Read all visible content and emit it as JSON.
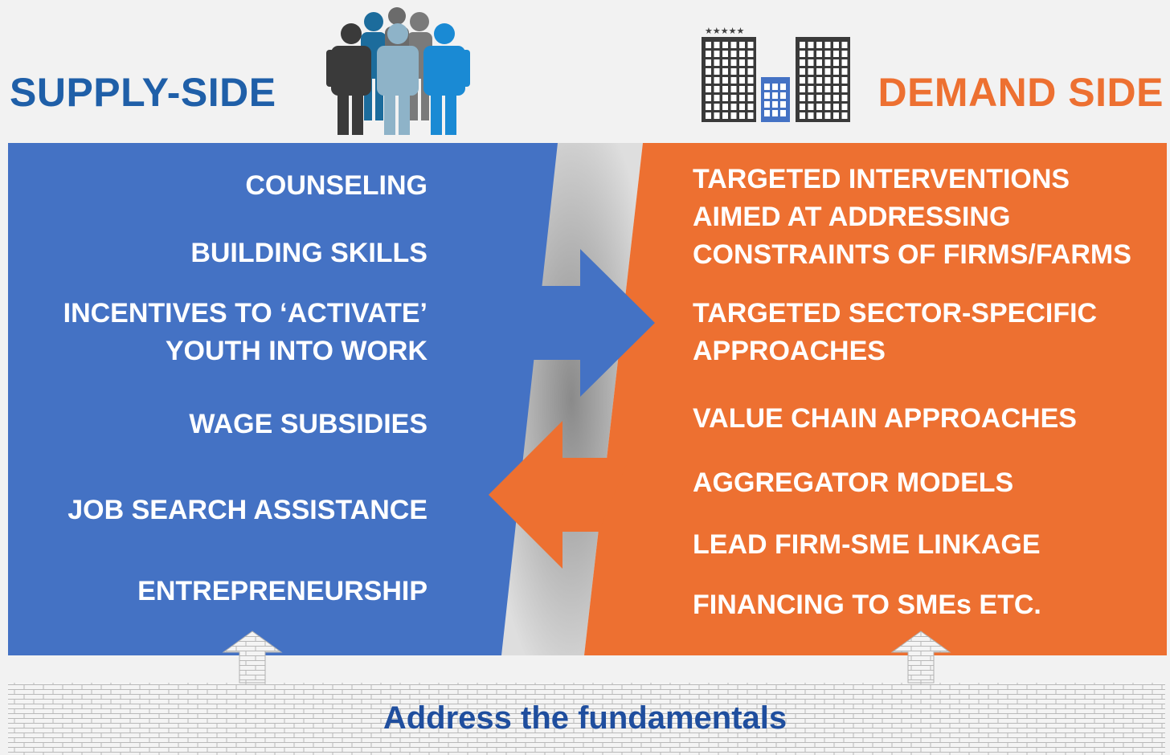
{
  "colors": {
    "supply": "#4472c4",
    "demand": "#ed7031",
    "supply_title": "#1f5fa8",
    "demand_title": "#ed7031",
    "footer_text": "#1f4e9e",
    "background": "#f2f2f2",
    "bridge": "#cfcfcf"
  },
  "supply": {
    "title": "SUPPLY-SIDE",
    "icon": "people-group-icon",
    "items": [
      "COUNSELING",
      "BUILDING SKILLS",
      "INCENTIVES TO ‘ACTIVATE’\nYOUTH INTO WORK",
      "WAGE SUBSIDIES",
      "JOB SEARCH ASSISTANCE",
      "ENTREPRENEURSHIP"
    ]
  },
  "demand": {
    "title": "DEMAND SIDE",
    "icon": "buildings-icon",
    "items": [
      "TARGETED INTERVENTIONS\nAIMED AT ADDRESSING\nCONSTRAINTS OF FIRMS/FARMS",
      "TARGETED SECTOR-SPECIFIC\nAPPROACHES",
      "VALUE CHAIN APPROACHES",
      "AGGREGATOR MODELS",
      "LEAD FIRM-SME LINKAGE",
      "FINANCING TO SMEs ETC."
    ]
  },
  "foundation": {
    "label": "Address the fundamentals"
  }
}
